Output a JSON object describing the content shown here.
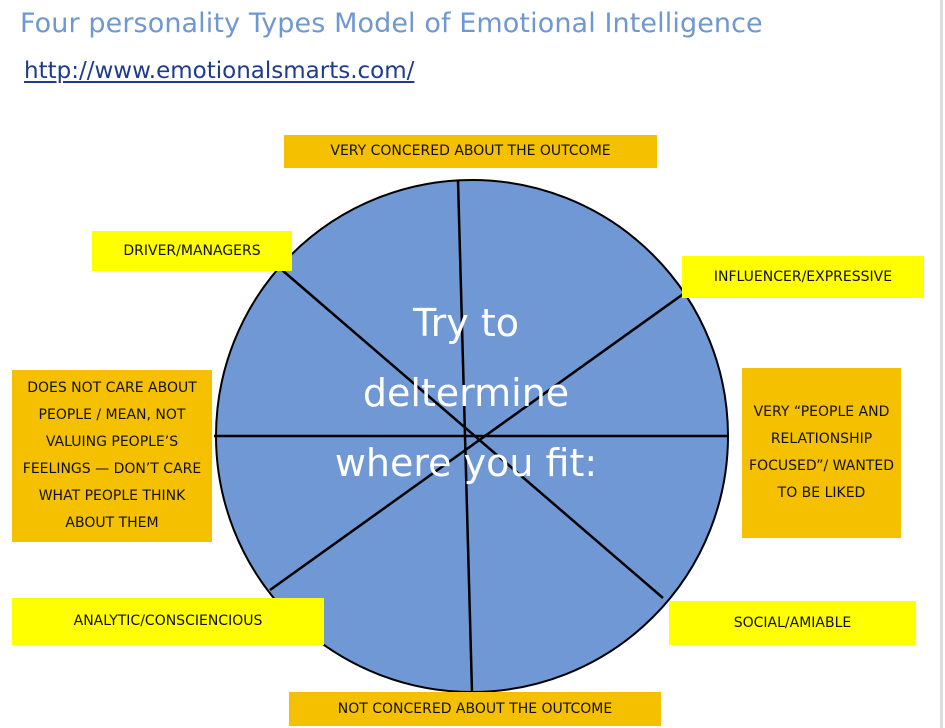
{
  "header": {
    "title": "Four personality Types Model of Emotional Intelligence",
    "link": "http://www.emotionalsmarts.com/"
  },
  "diagram": {
    "center_text": [
      "Try to",
      "deltermine",
      "where you fit:"
    ],
    "labels": {
      "top": "VERY CONCERED ABOUT THE OUTCOME",
      "bottom": "NOT CONCERED ABOUT THE OUTCOME",
      "driver": "DRIVER/MANAGERS",
      "influencer": "INFLUENCER/EXPRESSIVE",
      "analytic": "ANALYTIC/CONSCIENCIOUS",
      "social": "SOCIAL/AMIABLE",
      "left_desc": "DOES NOT CARE ABOUT PEOPLE  / MEAN, NOT VALUING PEOPLE’S FEELINGS — DON’T CARE WHAT PEOPLE THINK ABOUT THEM",
      "right_desc": "VERY “PEOPLE AND RELATIONSHIP FOCUSED”/ WANTED TO BE LIKED"
    },
    "colors": {
      "circle_fill": "#6f98d4",
      "yellow": "#ffff00",
      "gold": "#f5c000",
      "title": "#6f97d2",
      "link": "#1f3b8e"
    }
  }
}
